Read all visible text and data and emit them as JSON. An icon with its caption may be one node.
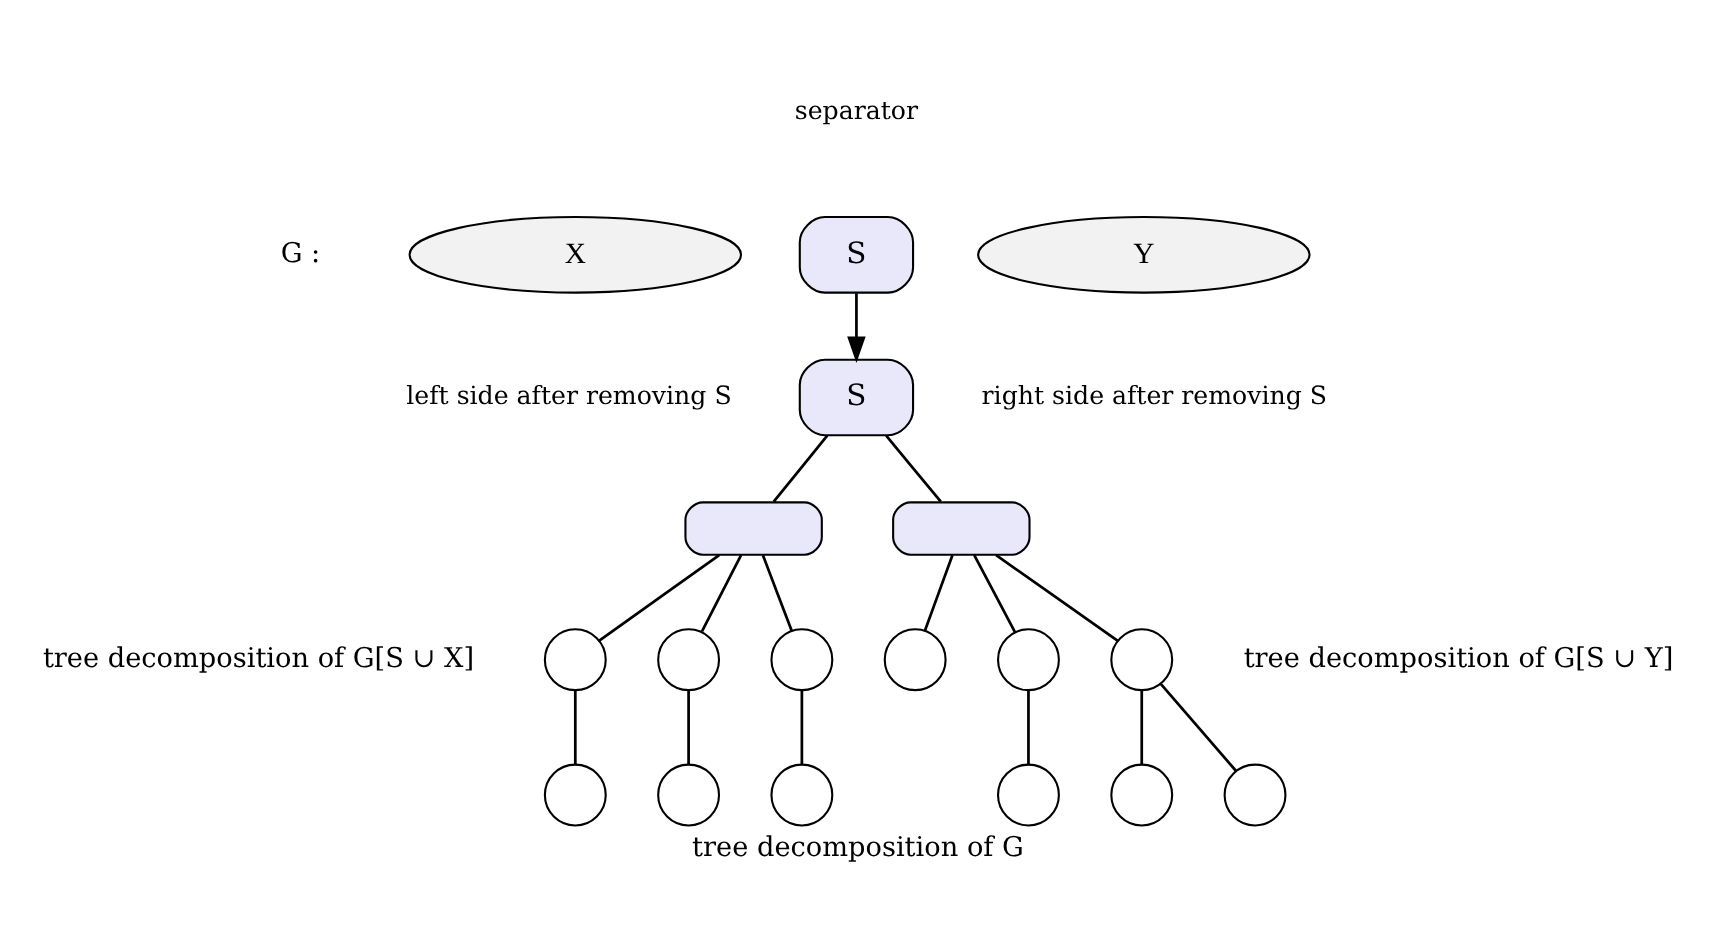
{
  "diagram": {
    "caption": "tree decomposition of G",
    "nodes": [
      {
        "text": [
          "X"
        ],
        "beside": [
          "left side after removing S"
        ]
      },
      {
        "text": [
          "Y"
        ],
        "beside": [
          "right side after removing S"
        ]
      },
      {
        "text": [
          "S"
        ],
        "beside": [
          "separator"
        ]
      },
      {
        "text": [
          "S"
        ]
      },
      {
        "text": [],
        "shape": "box"
      },
      {
        "text": [],
        "shape": "box"
      },
      {
        "text": [],
        "shape": "circle"
      },
      {
        "text": [],
        "shape": "circle"
      },
      {
        "text": [],
        "shape": "circle"
      },
      {
        "text": [],
        "shape": "circle"
      },
      {
        "text": [],
        "shape": "circle"
      },
      {
        "text": [],
        "shape": "circle"
      },
      {
        "text": [],
        "shape": "circle"
      },
      {
        "text": [],
        "shape": "circle"
      },
      {
        "text": [],
        "shape": "circle"
      },
      {
        "text": [],
        "shape": "circle"
      },
      {
        "text": [],
        "shape": "circle"
      },
      {
        "text": [],
        "shape": "circle"
      }
    ],
    "edges": [
      {
        "from": 2,
        "to": 3,
        "arrow": "to"
      },
      {
        "from": 3,
        "to": 4,
        "arrow": "none"
      },
      {
        "from": 3,
        "to": 5,
        "arrow": "none"
      },
      {
        "from": 4,
        "to": 6,
        "arrow": "none"
      },
      {
        "from": 4,
        "to": 7,
        "arrow": "none"
      },
      {
        "from": 4,
        "to": 8,
        "arrow": "none"
      },
      {
        "from": 5,
        "to": 9,
        "arrow": "none"
      },
      {
        "from": 5,
        "to": 10,
        "arrow": "none"
      },
      {
        "from": 5,
        "to": 11,
        "arrow": "none"
      },
      {
        "from": 6,
        "to": 12,
        "arrow": "none"
      },
      {
        "from": 7,
        "to": 13,
        "arrow": "none"
      },
      {
        "from": 8,
        "to": 14,
        "arrow": "none"
      },
      {
        "from": 10,
        "to": 15,
        "arrow": "none"
      },
      {
        "from": 11,
        "to": 16,
        "arrow": "none"
      },
      {
        "from": 11,
        "to": 17,
        "arrow": "none"
      }
    ],
    "labels": [
      "G :",
      "tree decomposition of G[S ∪ X]",
      "tree decomposition of G[S ∪ Y]"
    ]
  }
}
